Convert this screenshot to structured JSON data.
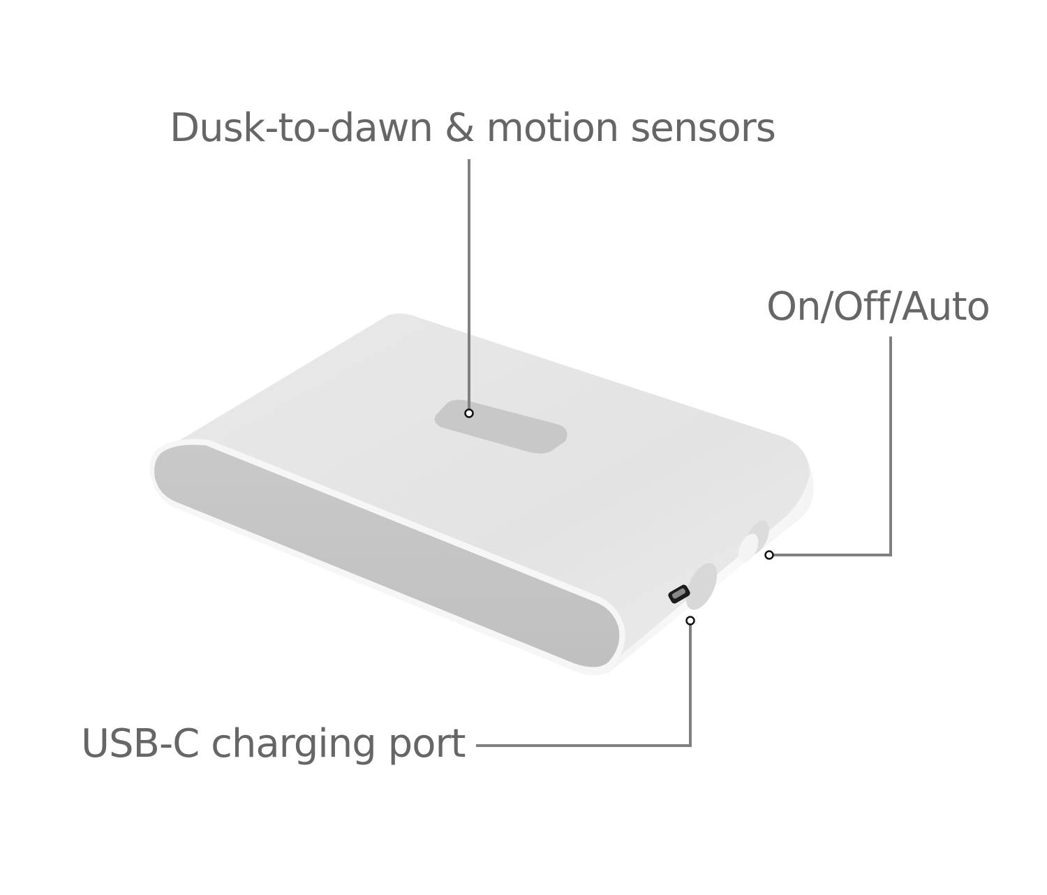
{
  "diagram": {
    "type": "product-callout",
    "subject": "white rectangular sensor light module",
    "colors": {
      "label_text": "#666666",
      "leader_line": "#808080",
      "device_body": "#eeeeee",
      "device_top": "#e6e6e6",
      "device_front_panel": "#c4c4c4",
      "sensor_window": "#c8c8c8",
      "background": "#ffffff"
    },
    "callouts": [
      {
        "id": "sensor",
        "label": "Dusk-to-dawn & motion sensors",
        "target": "sensor window on top face"
      },
      {
        "id": "switch",
        "label": "On/Off/Auto",
        "target": "slide switch on right side"
      },
      {
        "id": "usb",
        "label": "USB-C charging port",
        "target": "port on right side"
      }
    ]
  }
}
